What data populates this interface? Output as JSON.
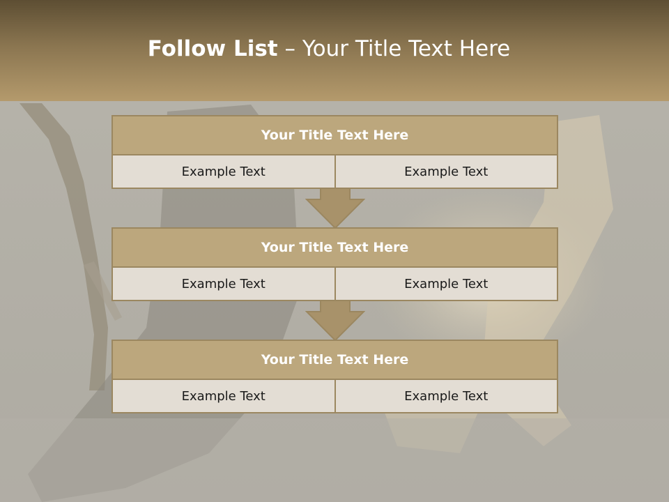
{
  "slide": {
    "title_bold": "Follow List",
    "title_rest": "– Your Title Text Here"
  },
  "boxes": [
    {
      "title": "Your Title Text Here",
      "left": "Example Text",
      "right": "Example Text"
    },
    {
      "title": "Your Title Text Here",
      "left": "Example Text",
      "right": "Example Text"
    },
    {
      "title": "Your Title Text Here",
      "left": "Example Text",
      "right": "Example Text"
    }
  ],
  "colors": {
    "header_dark": "#5d4e33",
    "header_light": "#b49a6c",
    "box_title_fill": "#bca77d",
    "box_cell_fill": "#e3ddd4",
    "border": "#9b8760"
  }
}
